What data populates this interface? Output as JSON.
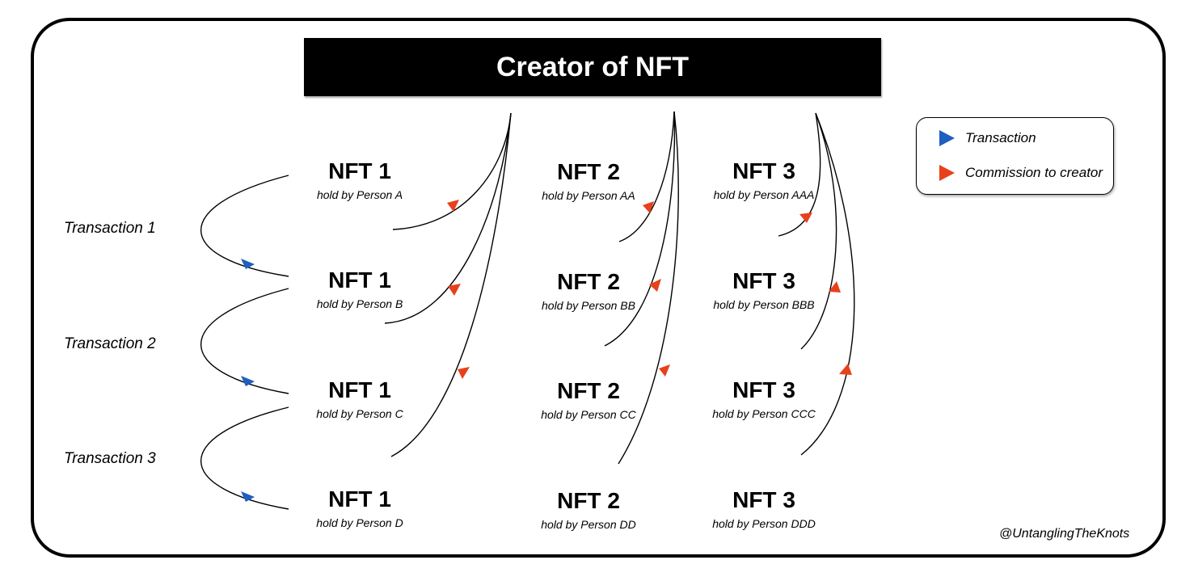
{
  "title": "Creator of NFT",
  "nodes": [
    {
      "nft": "NFT 1",
      "holder": "hold by Person A"
    },
    {
      "nft": "NFT 1",
      "holder": "hold by Person B"
    },
    {
      "nft": "NFT 1",
      "holder": "hold by Person C"
    },
    {
      "nft": "NFT 1",
      "holder": "hold by Person D"
    },
    {
      "nft": "NFT 2",
      "holder": "hold by Person AA"
    },
    {
      "nft": "NFT 2",
      "holder": "hold by Person BB"
    },
    {
      "nft": "NFT 2",
      "holder": "hold by Person CC"
    },
    {
      "nft": "NFT 2",
      "holder": "hold by Person DD"
    },
    {
      "nft": "NFT 3",
      "holder": "hold by Person AAA"
    },
    {
      "nft": "NFT 3",
      "holder": "hold by Person BBB"
    },
    {
      "nft": "NFT 3",
      "holder": "hold by Person CCC"
    },
    {
      "nft": "NFT 3",
      "holder": "hold by Person DDD"
    }
  ],
  "transactions": [
    "Transaction 1",
    "Transaction 2",
    "Transaction 3"
  ],
  "legend": {
    "transaction": "Transaction",
    "commission": "Commission to creator"
  },
  "colors": {
    "transaction_arrow": "#1f5fbf",
    "commission_arrow": "#e8401c"
  },
  "watermark": "@UntanglingTheKnots"
}
